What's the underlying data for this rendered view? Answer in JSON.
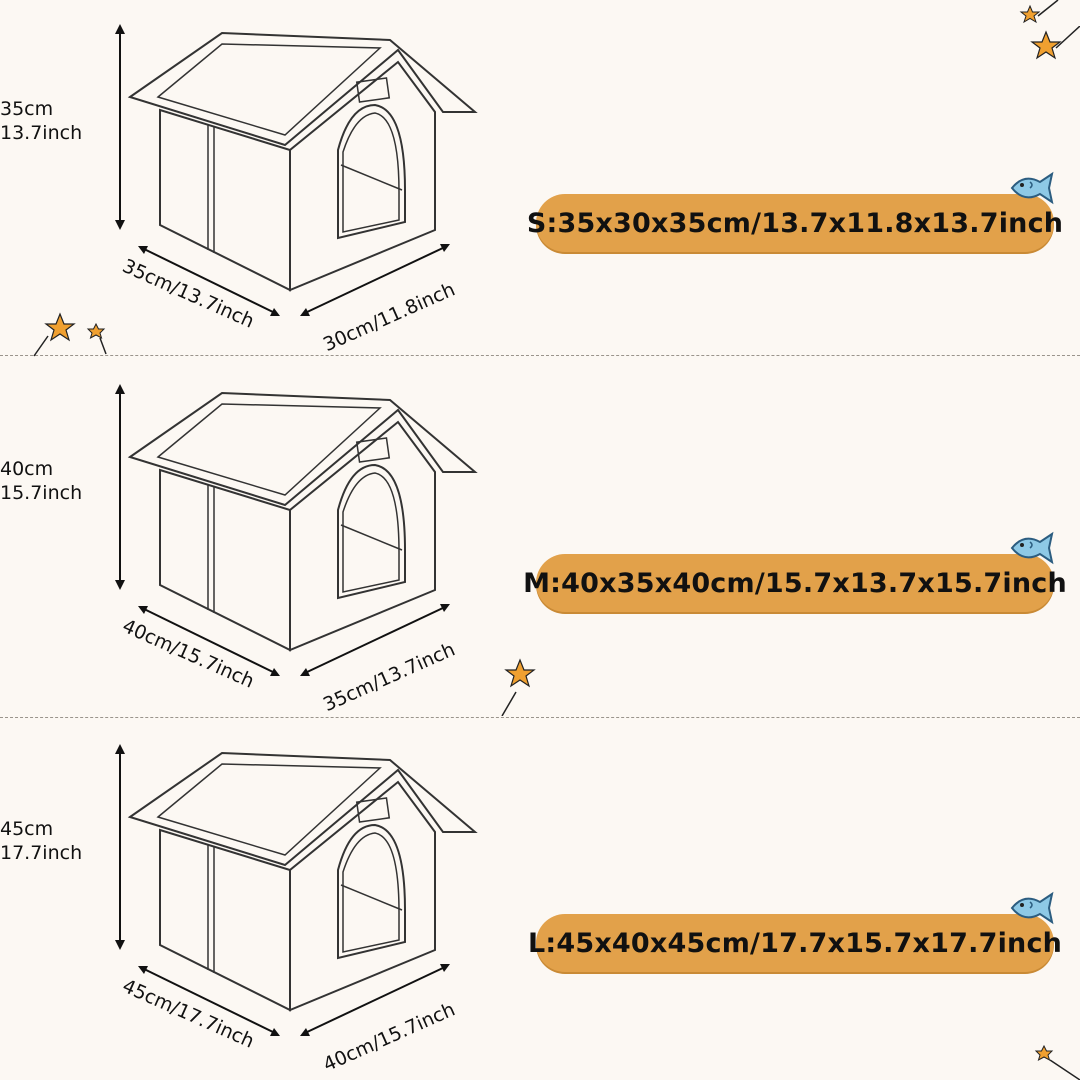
{
  "sizes": [
    {
      "height_cm": "35cm",
      "height_inch": "13.7inch",
      "length": "35cm/13.7inch",
      "width": "30cm/11.8inch",
      "pill": "S:35x30x35cm/13.7x11.8x13.7inch"
    },
    {
      "height_cm": "40cm",
      "height_inch": "15.7inch",
      "length": "40cm/15.7inch",
      "width": "35cm/13.7inch",
      "pill": "M:40x35x40cm/15.7x13.7x15.7inch"
    },
    {
      "height_cm": "45cm",
      "height_inch": "17.7inch",
      "length": "45cm/17.7inch",
      "width": "40cm/15.7inch",
      "pill": "L:45x40x45cm/17.7x15.7x17.7inch"
    }
  ],
  "colors": {
    "background": "#fcf8f3",
    "pill": "#e2a14a",
    "star": "#f0a030",
    "fish": "#8ec9e6"
  },
  "icons": [
    "house-outline",
    "fish-icon",
    "star-icon"
  ]
}
